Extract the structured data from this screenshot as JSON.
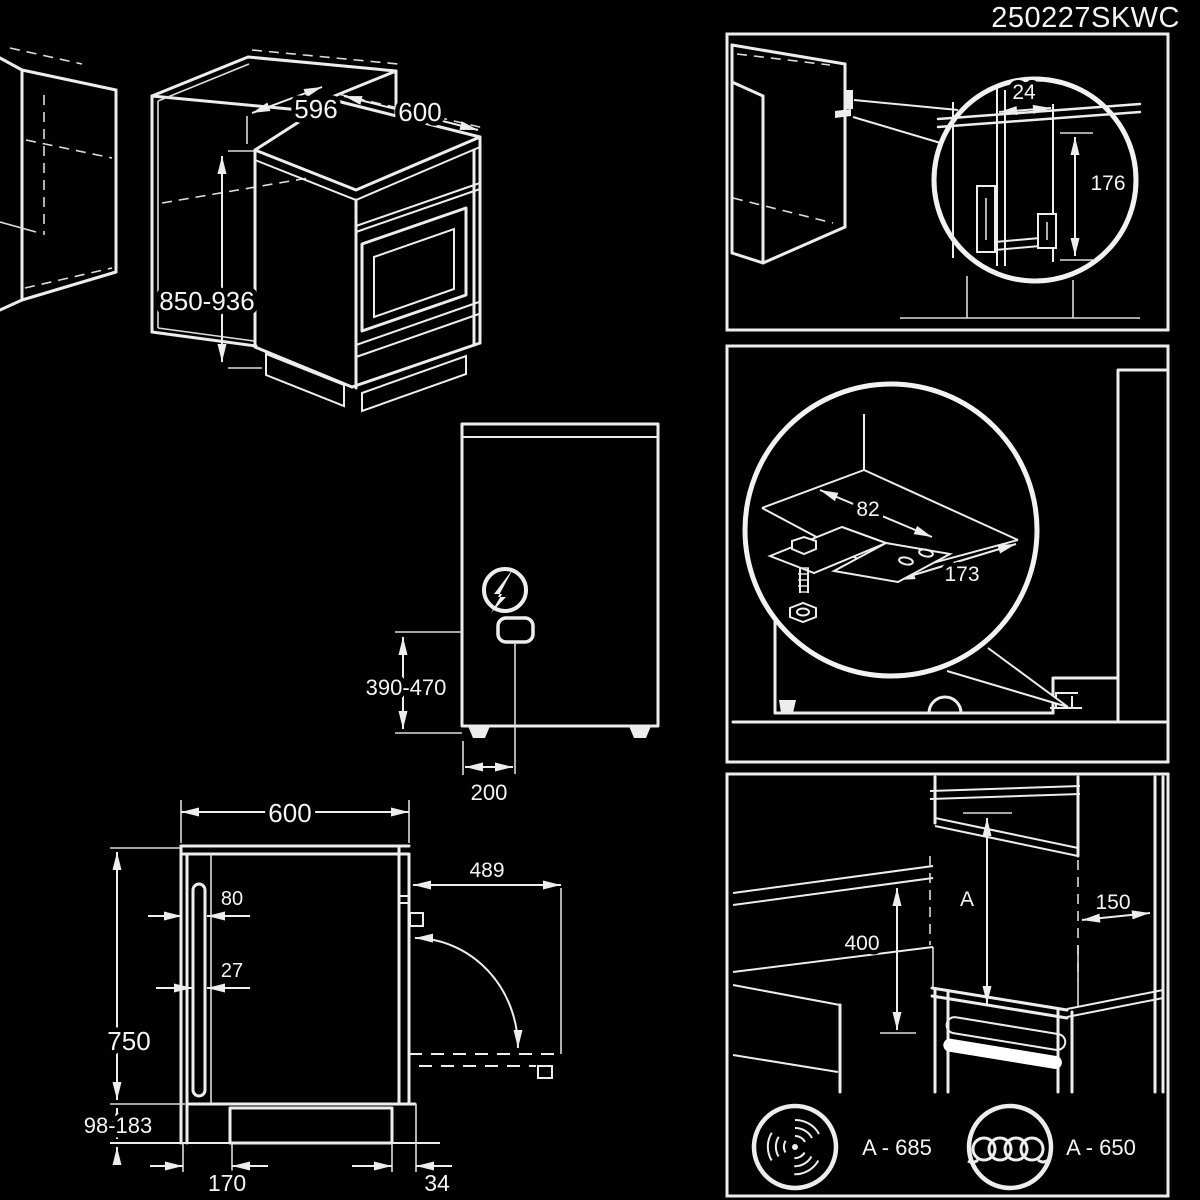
{
  "title": "250227SKWC",
  "colors": {
    "background": "#000000",
    "ink": "#ededed",
    "highlight": "#ffffff"
  },
  "overview": {
    "cabinet_width": "596",
    "cooker_width": "600",
    "height_range": "850-936"
  },
  "wall_bracket_detail": {
    "gap": "24",
    "height": "176"
  },
  "floor_bracket_detail": {
    "width": "82",
    "length": "173"
  },
  "rear_view": {
    "connection_height": "390-470",
    "connection_offset": "200"
  },
  "side_view": {
    "depth": "600",
    "handle_clearance": "80",
    "handle_thickness": "27",
    "body_height": "750",
    "plinth_height_range": "98-183",
    "plinth_inset": "170",
    "rear_gap": "34",
    "door_open_clearance": "489"
  },
  "niche_view": {
    "rear_height": "400",
    "niche_height_label": "A",
    "side_clearance": "150"
  },
  "ratings": [
    {
      "icon": "fan-icon",
      "label": "A - 685"
    },
    {
      "icon": "coil-icon",
      "label": "A - 650"
    }
  ],
  "icons": {
    "power": "lightning-icon",
    "convection": "fan-icon",
    "element": "coil-icon"
  }
}
